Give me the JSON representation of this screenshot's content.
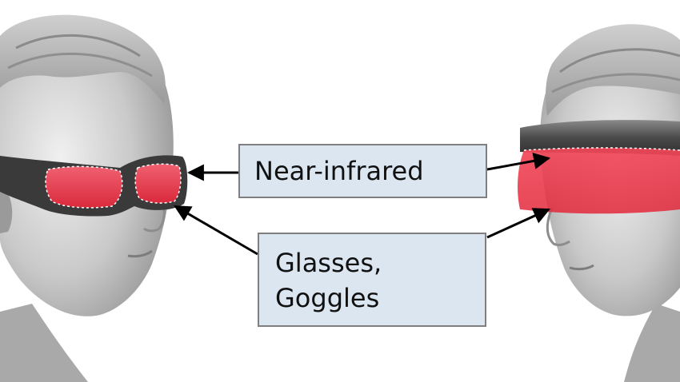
{
  "labels": {
    "near_infrared": "Near-infrared",
    "glasses_line1": "Glasses,",
    "glasses_line2": "Goggles"
  },
  "colors": {
    "box_fill": "#dce6f1",
    "box_border": "#7f7f7f",
    "lens_red": "#e8394a",
    "head_gray": "#b5b5b5",
    "frame_dark": "#3a3a3a"
  }
}
